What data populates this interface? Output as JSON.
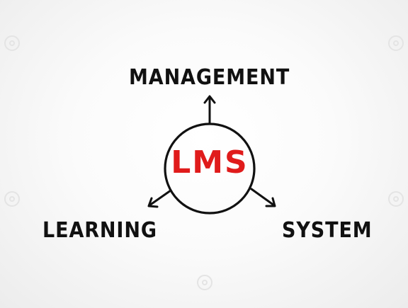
{
  "diagram": {
    "center_label": "LMS",
    "center_color": "#e01b1b",
    "ink_color": "#111111",
    "branches": [
      {
        "label": "MANAGEMENT",
        "direction": "up"
      },
      {
        "label": "LEARNING",
        "direction": "down-left"
      },
      {
        "label": "SYSTEM",
        "direction": "down-right"
      }
    ]
  },
  "watermark_icon": "stock-photo-watermark-icon"
}
